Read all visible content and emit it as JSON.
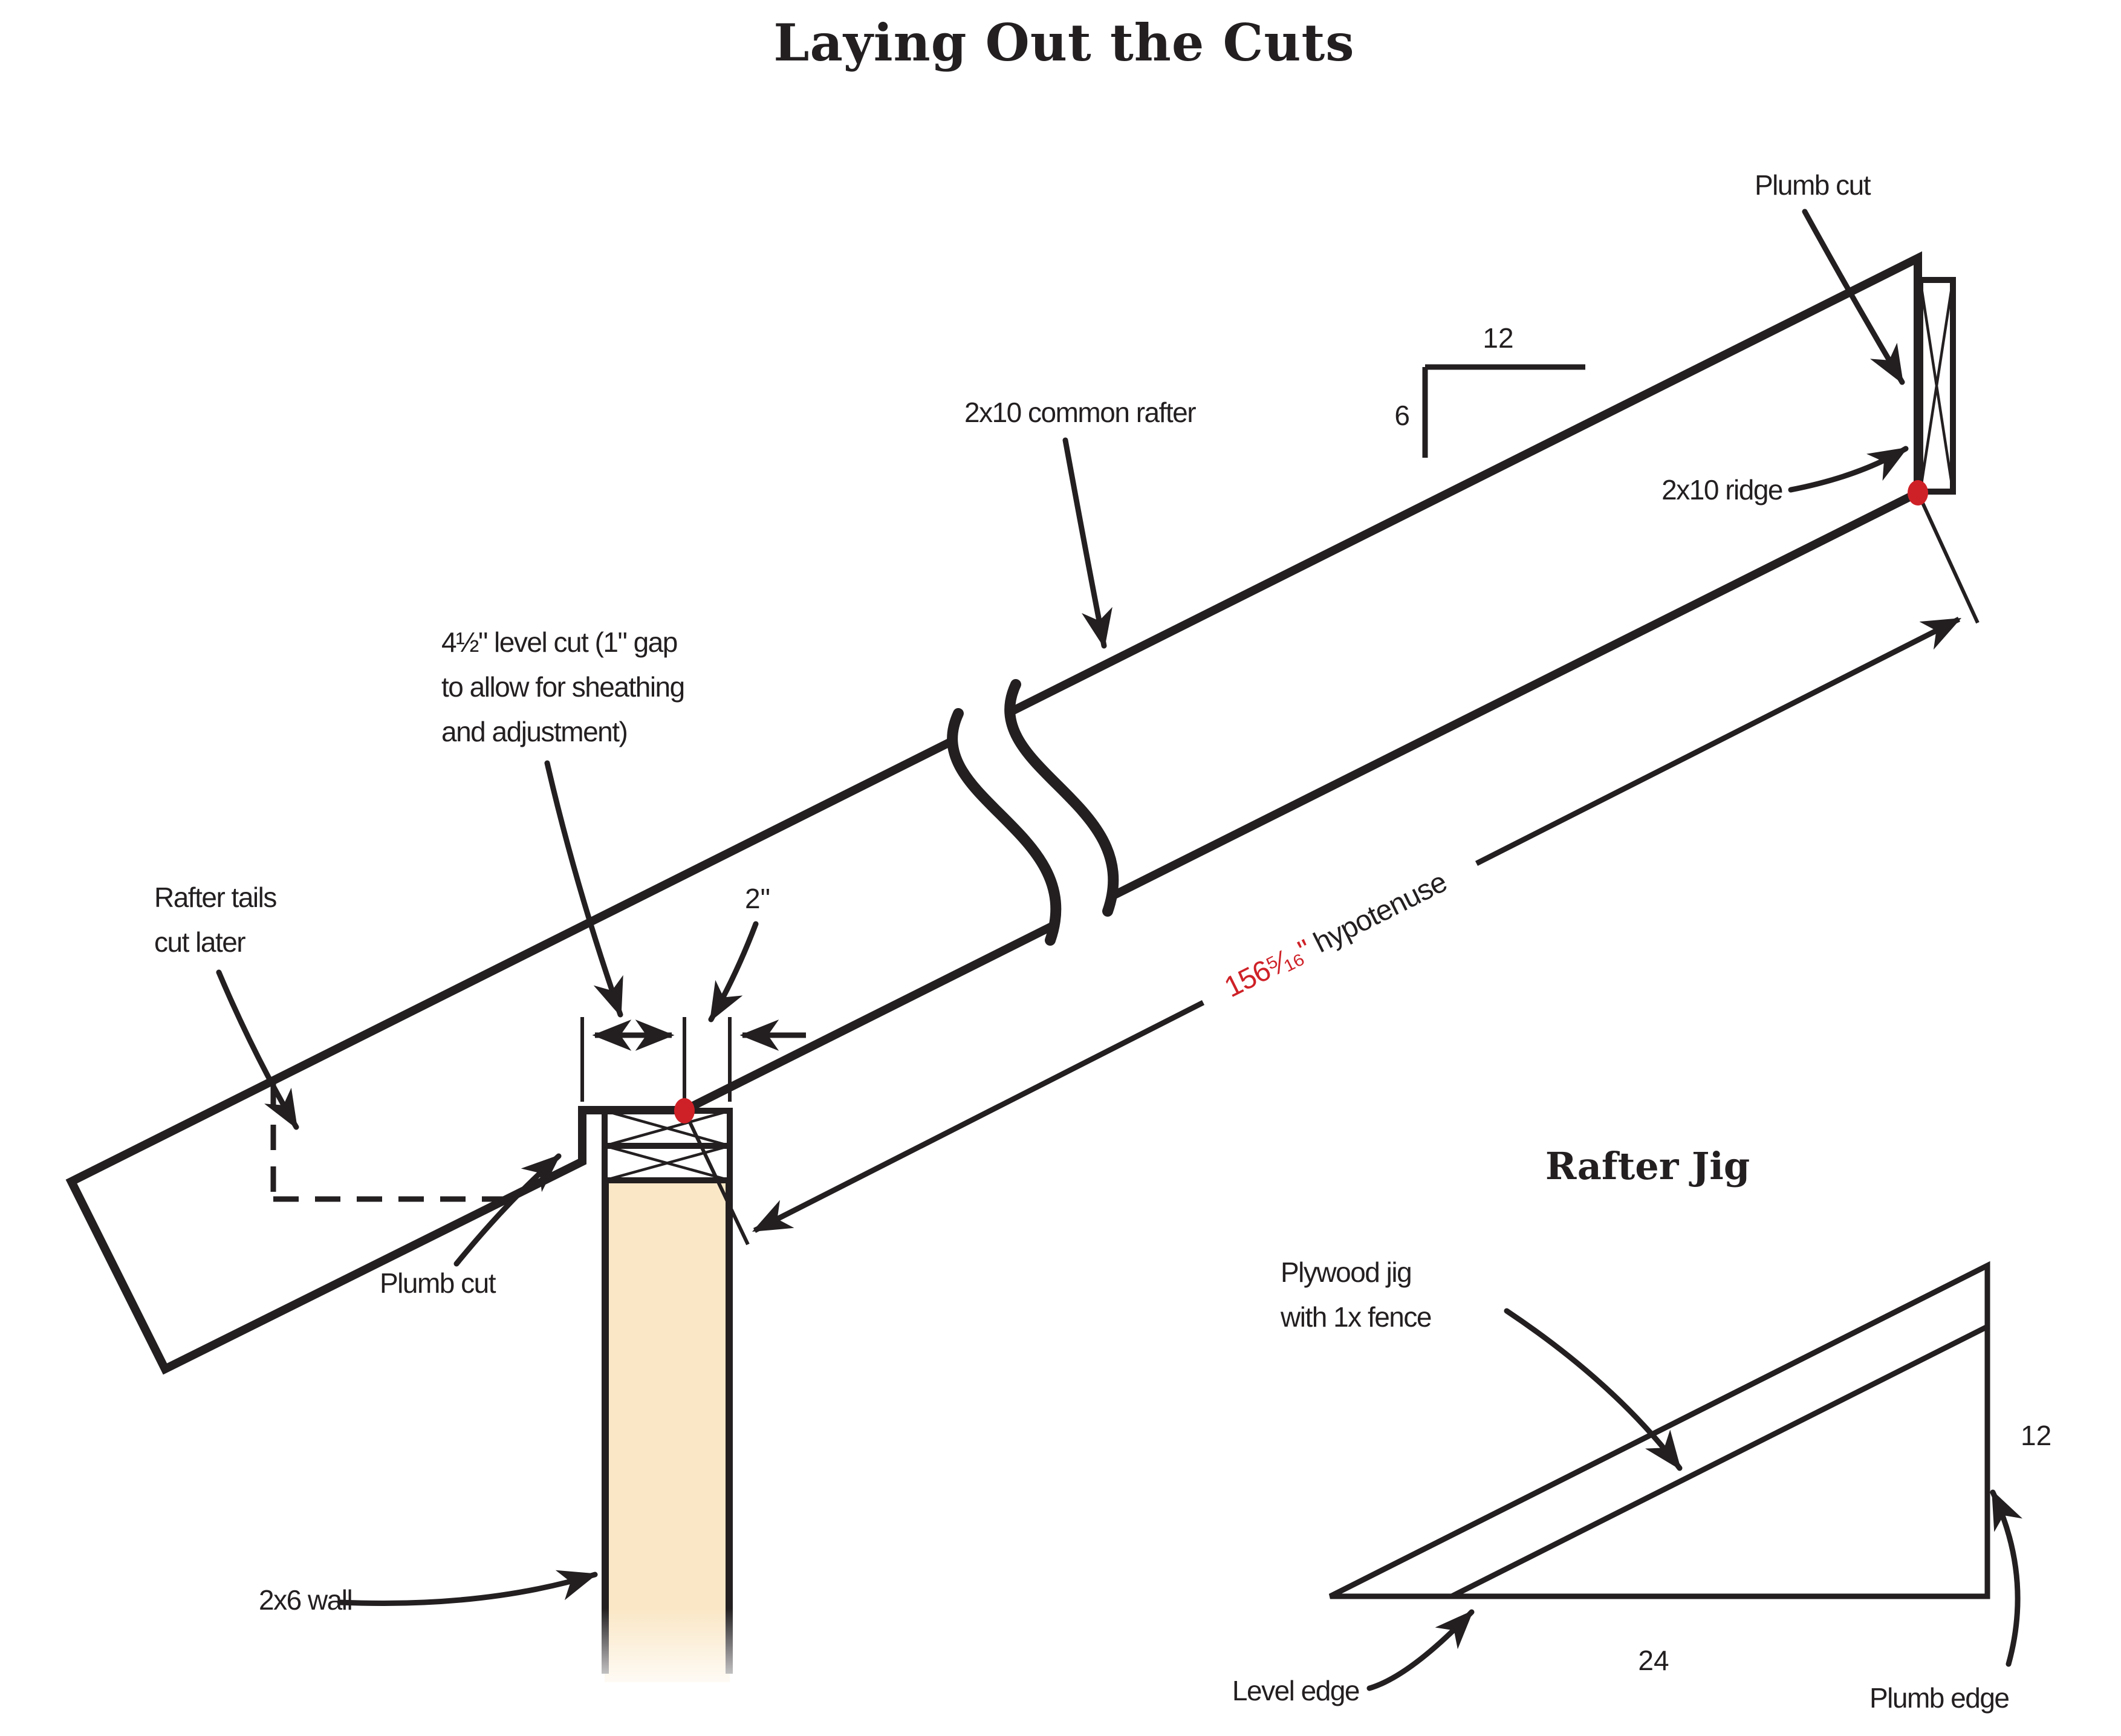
{
  "title": "Laying Out the Cuts",
  "colors": {
    "board_fill": "#fae7c6",
    "lumber_fill": "#f7d9a4",
    "line_black": "#231f20",
    "accent_red": "#ce2127"
  },
  "main": {
    "plumb_cut_top": "Plumb cut",
    "common_rafter": "2x10 common rafter",
    "pitch": {
      "run": "12",
      "rise": "6"
    },
    "ridge": "2x10 ridge",
    "level_cut_lines": [
      "4½\" level cut (1\" gap",
      "to allow for sheathing",
      "and adjustment)"
    ],
    "rafter_tails_lines": [
      "Rafter tails",
      "cut later"
    ],
    "dim_2in": "2\"",
    "hypotenuse": {
      "value": "156⁵⁄₁₆\"",
      "label": " hypotenuse"
    },
    "plumb_cut_lower": "Plumb cut",
    "wall": "2x6 wall"
  },
  "jig": {
    "title": "Rafter Jig",
    "plywood_lines": [
      "Plywood jig",
      "with 1x fence"
    ],
    "rise": "12",
    "run": "24",
    "level_edge": "Level edge",
    "plumb_edge": "Plumb edge"
  }
}
